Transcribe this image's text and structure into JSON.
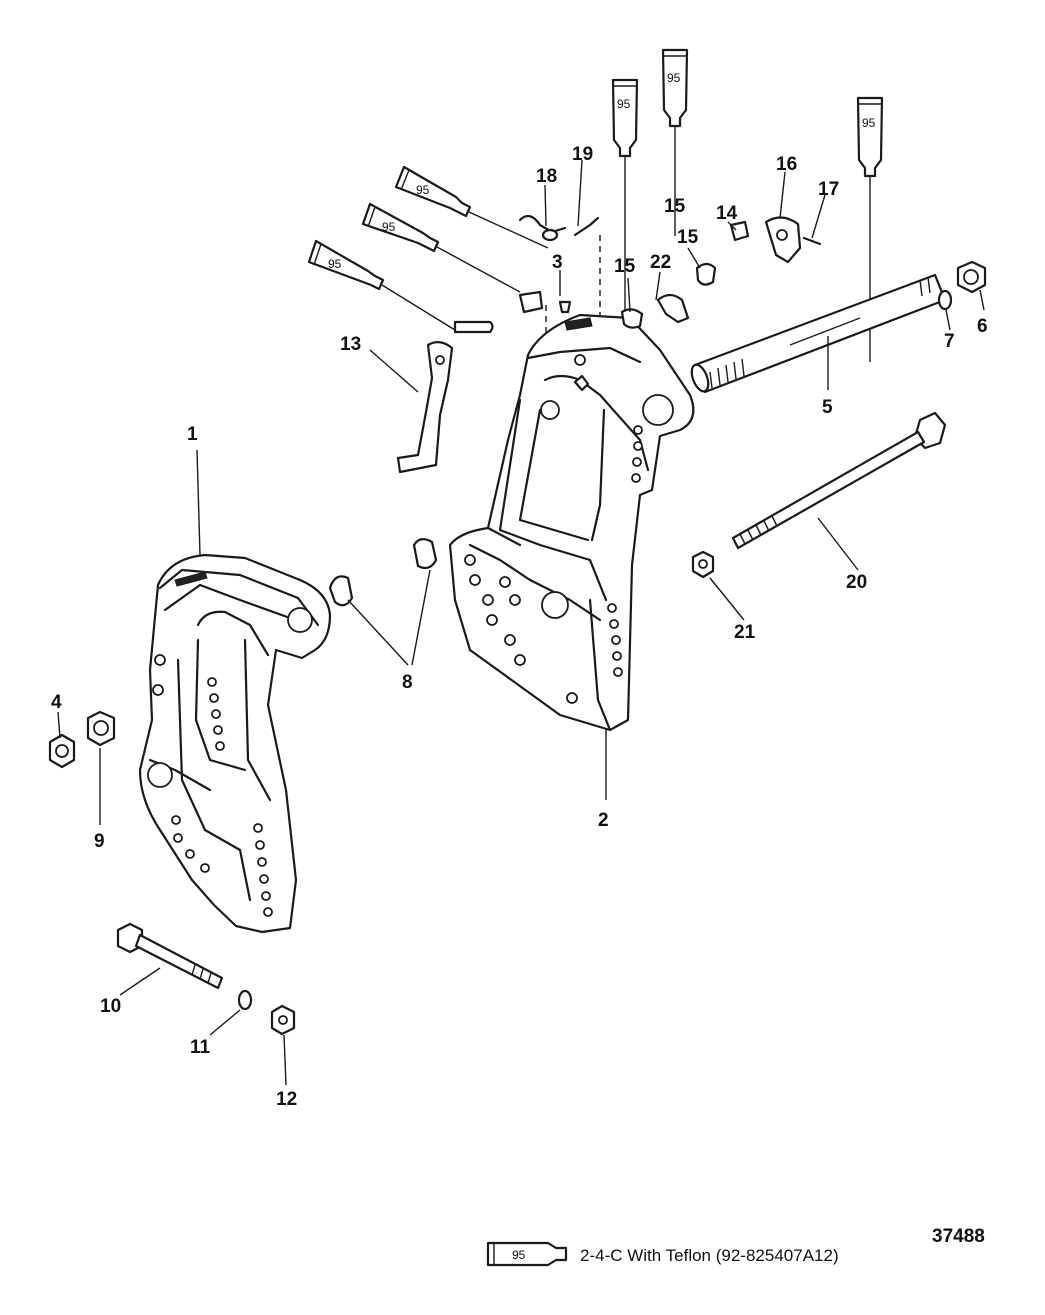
{
  "callouts": {
    "c1": "1",
    "c2": "2",
    "c3": "3",
    "c4": "4",
    "c5": "5",
    "c6": "6",
    "c7": "7",
    "c8": "8",
    "c9": "9",
    "c10": "10",
    "c11": "11",
    "c12": "12",
    "c13": "13",
    "c14": "14",
    "c15a": "15",
    "c15b": "15",
    "c15c": "15",
    "c16": "16",
    "c17": "17",
    "c18": "18",
    "c19": "19",
    "c20": "20",
    "c21": "21",
    "c22": "22"
  },
  "lubricant_tube_label": "95",
  "legend": {
    "tube_label": "95",
    "text": "2-4-C  With Teflon (92-825407A12)"
  },
  "figure_number": "37488"
}
